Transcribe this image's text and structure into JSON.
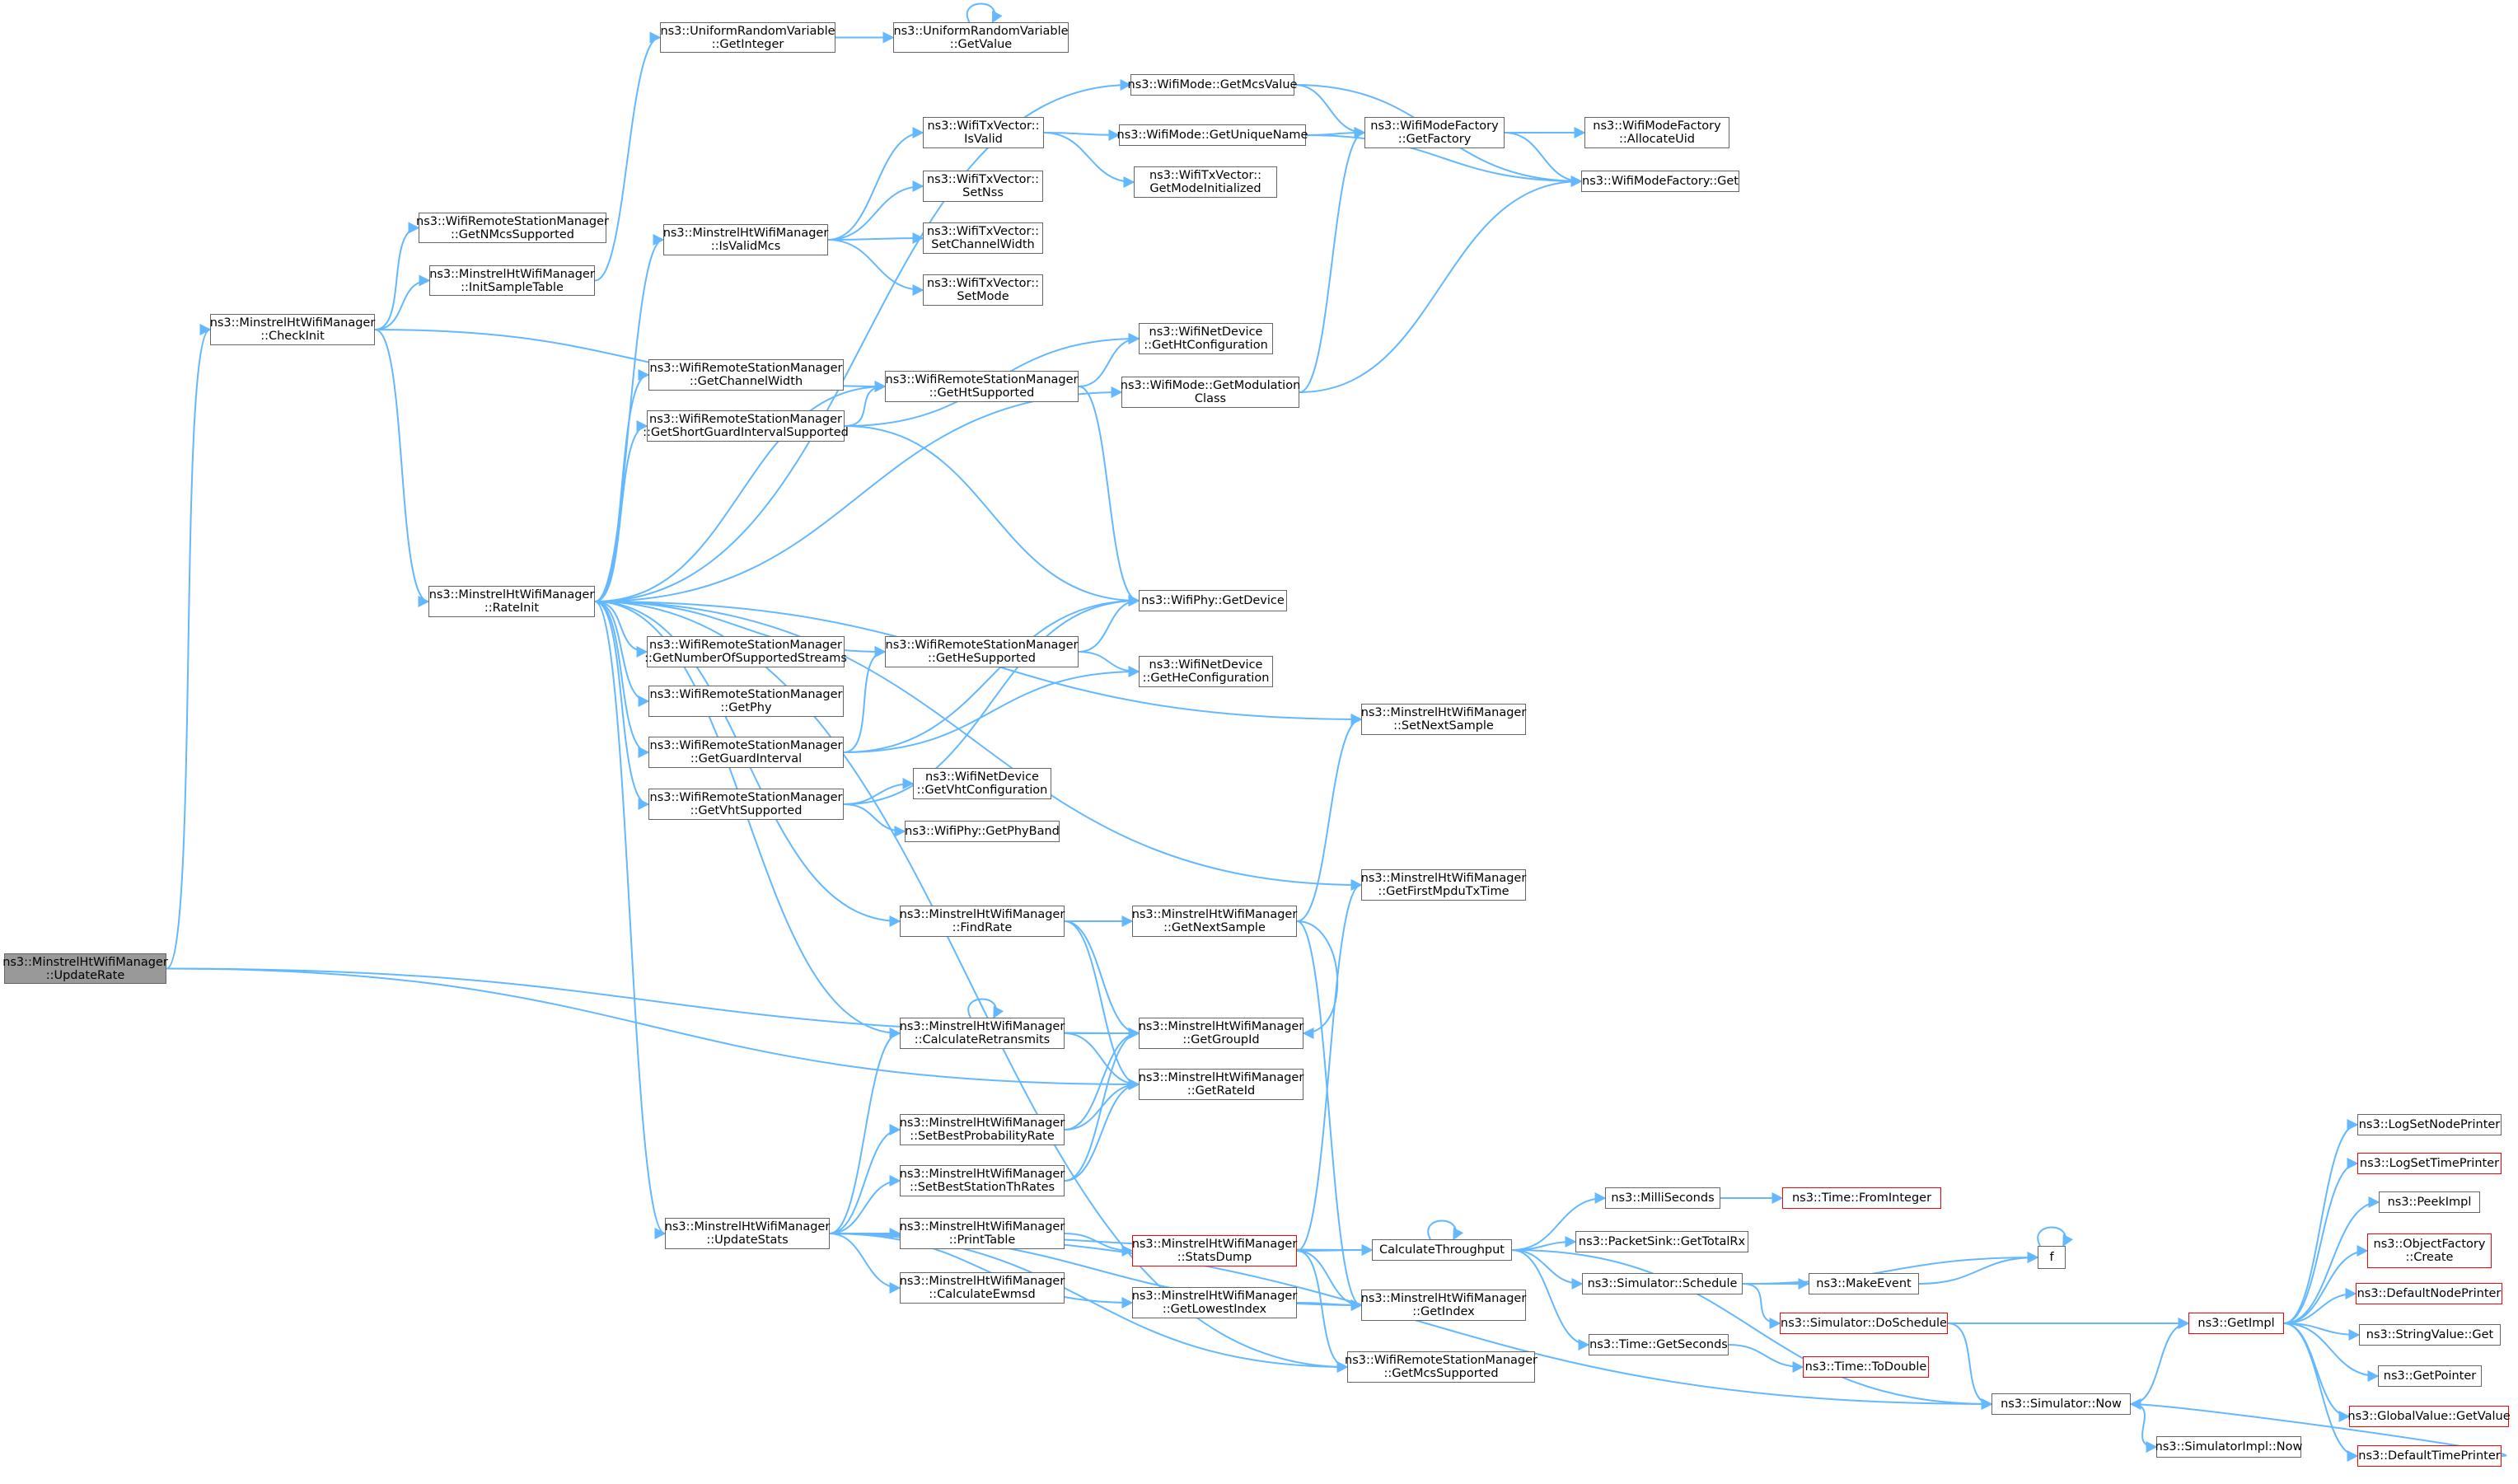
{
  "colors": {
    "edge": "#63b8ff",
    "node_border": "#666666",
    "root_fill": "#999999",
    "missing_doc_border": "#ff0000"
  },
  "nodes": {
    "updaterate": [
      "ns3::MinstrelHtWifiManager",
      "::UpdateRate"
    ],
    "checkinit": [
      "ns3::MinstrelHtWifiManager",
      "::CheckInit"
    ],
    "getnmcssupported": [
      "ns3::WifiRemoteStationManager",
      "::GetNMcsSupported"
    ],
    "initsampletable": [
      "ns3::MinstrelHtWifiManager",
      "::InitSampleTable"
    ],
    "urv_getinteger": [
      "ns3::UniformRandomVariable",
      "::GetInteger"
    ],
    "urv_getvalue": [
      "ns3::UniformRandomVariable",
      "::GetValue"
    ],
    "wifimode_getmcsvalue": [
      "ns3::WifiMode::GetMcsValue"
    ],
    "txvector_isvalid": [
      "ns3::WifiTxVector::",
      "IsValid"
    ],
    "wifimode_getuniquename": [
      "ns3::WifiMode::GetUniqueName"
    ],
    "wmf_getfactory": [
      "ns3::WifiModeFactory",
      "::GetFactory"
    ],
    "wmf_allocateuid": [
      "ns3::WifiModeFactory",
      "::AllocateUid"
    ],
    "wmf_get": [
      "ns3::WifiModeFactory::Get"
    ],
    "txvector_getmodeinitialized": [
      "ns3::WifiTxVector::",
      "GetModeInitialized"
    ],
    "isvalidmcs": [
      "ns3::MinstrelHtWifiManager",
      "::IsValidMcs"
    ],
    "txvector_setnss": [
      "ns3::WifiTxVector::",
      "SetNss"
    ],
    "txvector_setchannelwidth": [
      "ns3::WifiTxVector::",
      "SetChannelWidth"
    ],
    "txvector_setmode": [
      "ns3::WifiTxVector::",
      "SetMode"
    ],
    "netdevice_gethtconfiguration": [
      "ns3::WifiNetDevice",
      "::GetHtConfiguration"
    ],
    "getchannelwidth": [
      "ns3::WifiRemoteStationManager",
      "::GetChannelWidth"
    ],
    "gethtsupported": [
      "ns3::WifiRemoteStationManager",
      "::GetHtSupported"
    ],
    "wifimode_getmodulationclass": [
      "ns3::WifiMode::GetModulation",
      "Class"
    ],
    "getshortguardintervalsupported": [
      "ns3::WifiRemoteStationManager",
      "::GetShortGuardIntervalSupported"
    ],
    "rateinit": [
      "ns3::MinstrelHtWifiManager",
      "::RateInit"
    ],
    "wifiphy_getdevice": [
      "ns3::WifiPhy::GetDevice"
    ],
    "getnumberofsupportedstreams": [
      "ns3::WifiRemoteStationManager",
      "::GetNumberOfSupportedStreams"
    ],
    "gethesupported": [
      "ns3::WifiRemoteStationManager",
      "::GetHeSupported"
    ],
    "netdevice_gethe": [
      "ns3::WifiNetDevice",
      "::GetHeConfiguration"
    ],
    "getphy": [
      "ns3::WifiRemoteStationManager",
      "::GetPhy"
    ],
    "setnextsample": [
      "ns3::MinstrelHtWifiManager",
      "::SetNextSample"
    ],
    "getguardinterval": [
      "ns3::WifiRemoteStationManager",
      "::GetGuardInterval"
    ],
    "netdevice_getvht": [
      "ns3::WifiNetDevice",
      "::GetVhtConfiguration"
    ],
    "getvhtsupported": [
      "ns3::WifiRemoteStationManager",
      "::GetVhtSupported"
    ],
    "wifiphy_getphyband": [
      "ns3::WifiPhy::GetPhyBand"
    ],
    "getfirstmpdutxtime": [
      "ns3::MinstrelHtWifiManager",
      "::GetFirstMpduTxTime"
    ],
    "findrate": [
      "ns3::MinstrelHtWifiManager",
      "::FindRate"
    ],
    "getnextsample": [
      "ns3::MinstrelHtWifiManager",
      "::GetNextSample"
    ],
    "calculateretransmits": [
      "ns3::MinstrelHtWifiManager",
      "::CalculateRetransmits"
    ],
    "getgroupid": [
      "ns3::MinstrelHtWifiManager",
      "::GetGroupId"
    ],
    "getrateid": [
      "ns3::MinstrelHtWifiManager",
      "::GetRateId"
    ],
    "setbestprobabilityrate": [
      "ns3::MinstrelHtWifiManager",
      "::SetBestProbabilityRate"
    ],
    "setbeststationthrates": [
      "ns3::MinstrelHtWifiManager",
      "::SetBestStationThRates"
    ],
    "updatestats": [
      "ns3::MinstrelHtWifiManager",
      "::UpdateStats"
    ],
    "printtable": [
      "ns3::MinstrelHtWifiManager",
      "::PrintTable"
    ],
    "statsdump": [
      "ns3::MinstrelHtWifiManager",
      "::StatsDump"
    ],
    "calculatethroughput": [
      "CalculateThroughput"
    ],
    "calculateewmsd": [
      "ns3::MinstrelHtWifiManager",
      "::CalculateEwmsd"
    ],
    "getlowestindex": [
      "ns3::MinstrelHtWifiManager",
      "::GetLowestIndex"
    ],
    "getindex": [
      "ns3::MinstrelHtWifiManager",
      "::GetIndex"
    ],
    "getmcssupported": [
      "ns3::WifiRemoteStationManager",
      "::GetMcsSupported"
    ],
    "milliseconds": [
      "ns3::MilliSeconds"
    ],
    "time_frominteger": [
      "ns3::Time::FromInteger"
    ],
    "packetsink_gettotalrx": [
      "ns3::PacketSink::GetTotalRx"
    ],
    "simulator_schedule": [
      "ns3::Simulator::Schedule"
    ],
    "makeevent": [
      "ns3::MakeEvent"
    ],
    "f": [
      "f"
    ],
    "simulator_doschedule": [
      "ns3::Simulator::DoSchedule"
    ],
    "time_getseconds": [
      "ns3::Time::GetSeconds"
    ],
    "time_todouble": [
      "ns3::Time::ToDouble"
    ],
    "simulator_now": [
      "ns3::Simulator::Now"
    ],
    "simulatorimpl_now": [
      "ns3::SimulatorImpl::Now"
    ],
    "getimpl": [
      "ns3::GetImpl"
    ],
    "logsetnodeprinter": [
      "ns3::LogSetNodePrinter"
    ],
    "logsettimeprinter": [
      "ns3::LogSetTimePrinter"
    ],
    "peekimpl": [
      "ns3::PeekImpl"
    ],
    "objectfactory_create": [
      "ns3::ObjectFactory",
      "::Create"
    ],
    "defaultnodeprinter": [
      "ns3::DefaultNodePrinter"
    ],
    "stringvalue_get": [
      "ns3::StringValue::Get"
    ],
    "getpointer": [
      "ns3::GetPointer"
    ],
    "globalvalue_getvalue": [
      "ns3::GlobalValue::GetValue"
    ],
    "defaulttimeprinter": [
      "ns3::DefaultTimePrinter"
    ]
  }
}
